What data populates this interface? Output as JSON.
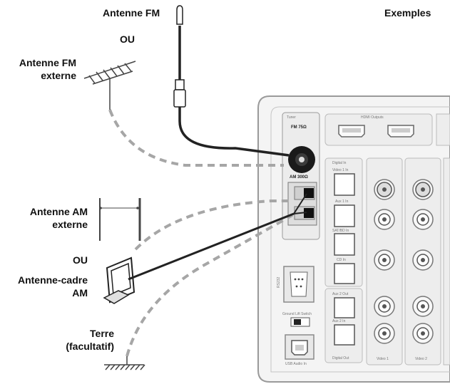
{
  "title": "Exemples",
  "labels": {
    "fm_antenna": "Antenne FM",
    "or_1": "OU",
    "fm_external_line1": "Antenne FM",
    "fm_external_line2": "externe",
    "am_external_line1": "Antenne AM",
    "am_external_line2": "externe",
    "or_2": "OU",
    "am_loop_line1": "Antenne-cadre",
    "am_loop_line2": "AM",
    "ground_line1": "Terre",
    "ground_line2": "(facultatif)"
  },
  "panel": {
    "tuner": "Tuner",
    "fm_impedance": "FM 75Ω",
    "am_impedance": "AM 300Ω",
    "hdmi_outputs": "HDMI Outputs",
    "digital_in": "Digital In",
    "video1_in": "Video 1 In",
    "aux1_in": "Aux 1 In",
    "sat_bd_in": "SAT/BD In",
    "cd_in": "CD In",
    "aux2_in": "Aux 2 Out",
    "aux2_in_b": "Aux 2 In",
    "digital_out": "Digital Out",
    "ground_lift": "Ground Lift Switch",
    "usb_audio": "USB Audio In",
    "rs232": "RS232",
    "video1": "Video 1",
    "video2": "Video 2"
  },
  "colors": {
    "line": "#222222",
    "dashed": "#a6a6a6",
    "panel": "#f3f3f3",
    "panel_stroke": "#999999"
  }
}
